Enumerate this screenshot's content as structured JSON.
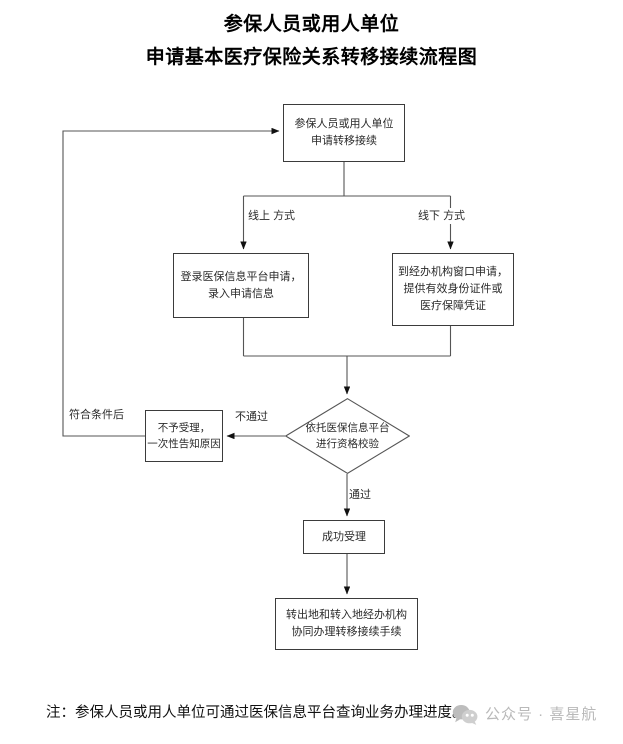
{
  "title": {
    "line1": "参保人员或用人单位",
    "line2": "申请基本医疗保险关系转移接续流程图"
  },
  "flowchart": {
    "type": "flowchart",
    "orientation": "top-to-bottom",
    "nodes": [
      {
        "id": "start",
        "shape": "rectangle",
        "lines": [
          "参保人员或用人单位",
          "申请转移接续"
        ]
      },
      {
        "id": "online",
        "shape": "rectangle",
        "lines": [
          "登录医保信息平台申请，",
          "录入申请信息"
        ]
      },
      {
        "id": "offline",
        "shape": "rectangle",
        "lines": [
          "到经办机构窗口申请，",
          "提供有效身份证件或",
          "医疗保障凭证"
        ]
      },
      {
        "id": "check",
        "shape": "diamond",
        "lines": [
          "依托医保信息平台",
          "进行资格校验"
        ]
      },
      {
        "id": "reject",
        "shape": "rectangle",
        "lines": [
          "不予受理，",
          "一次性告知原因"
        ]
      },
      {
        "id": "success",
        "shape": "rectangle",
        "lines": [
          "成功受理"
        ]
      },
      {
        "id": "final",
        "shape": "rectangle",
        "lines": [
          "转出地和转入地经办机构",
          "协同办理转移接续手续"
        ]
      }
    ],
    "edge_labels": {
      "online_branch": [
        "线上",
        "方式"
      ],
      "offline_branch": [
        "线下",
        "方式"
      ],
      "fail": "不通过",
      "pass": "通过",
      "requalify": "符合条件后"
    },
    "edges": [
      {
        "from": "start",
        "to": "online",
        "label": "线上方式"
      },
      {
        "from": "start",
        "to": "offline",
        "label": "线下方式"
      },
      {
        "from": "online",
        "to": "check",
        "label": ""
      },
      {
        "from": "offline",
        "to": "check",
        "label": ""
      },
      {
        "from": "check",
        "to": "reject",
        "label": "不通过"
      },
      {
        "from": "check",
        "to": "success",
        "label": "通过"
      },
      {
        "from": "success",
        "to": "final",
        "label": ""
      },
      {
        "from": "reject",
        "to": "start",
        "label": "符合条件后"
      }
    ]
  },
  "footer": {
    "note": "注：参保人员或用人单位可通过医保信息平台查询业务办理进度。"
  },
  "watermark": {
    "text": "公众号 · 喜星航",
    "color": "#b9b9b9"
  }
}
